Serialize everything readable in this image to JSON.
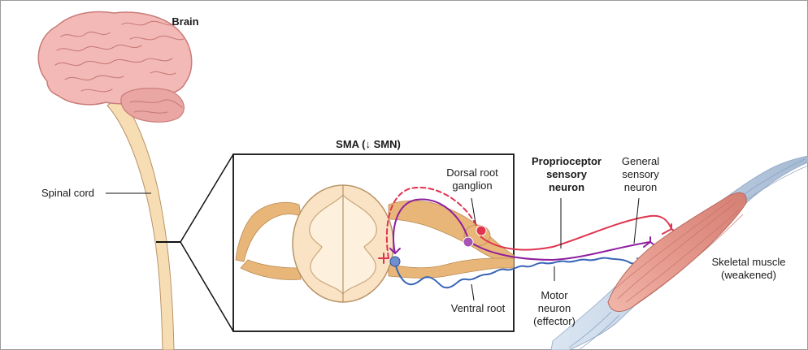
{
  "labels": {
    "brain": "Brain",
    "spinal_cord": "Spinal cord",
    "title": "SMA (↓ SMN)",
    "dorsal_root_ganglion_1": "Dorsal root",
    "dorsal_root_ganglion_2": "ganglion",
    "proprioceptor_1": "Proprioceptor",
    "proprioceptor_2": "sensory",
    "proprioceptor_3": "neuron",
    "general_sensory_1": "General",
    "general_sensory_2": "sensory",
    "general_sensory_3": "neuron",
    "skeletal_muscle_1": "Skeletal muscle",
    "skeletal_muscle_2": "(weakened)",
    "ventral_root": "Ventral root",
    "motor_neuron_1": "Motor",
    "motor_neuron_2": "neuron",
    "motor_neuron_3": "(effector)"
  },
  "colors": {
    "brain": "#f3b9b6",
    "brain_stroke": "#c97c79",
    "spinal_cord": "#f7ddb4",
    "cord_stroke": "#b99467",
    "nerve": "#e9b679",
    "proprioceptor_neuron": "#e0344f",
    "general_sensory_neuron": "#8e1f9e",
    "motor_neuron": "#3a66b7",
    "muscle": "#e39a8c",
    "tendon": "#b9cbe0"
  }
}
